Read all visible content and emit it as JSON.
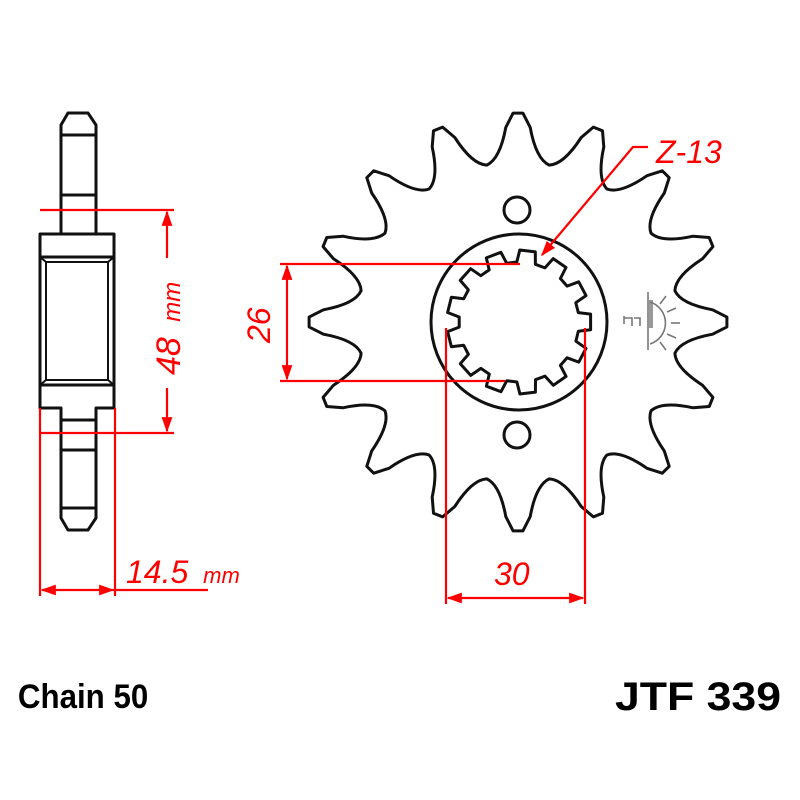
{
  "diagram": {
    "type": "technical-drawing",
    "subject": "front sprocket",
    "colors": {
      "outline": "#111111",
      "dimension": "#ff0000",
      "symbol": "#777777",
      "background": "#ffffff"
    }
  },
  "side_view": {
    "height_dimension": {
      "value": "48",
      "unit": "mm"
    },
    "width_dimension": {
      "value": "14.5",
      "unit": "mm"
    }
  },
  "front_view": {
    "teeth_count": 16,
    "spline": {
      "label": "Z-13",
      "count": 13
    },
    "inner_height_dimension": {
      "value": "26"
    },
    "inner_width_dimension": {
      "value": "30"
    },
    "bolt_holes": 2
  },
  "footer": {
    "chain_label": "Chain 50",
    "part_number": "JTF 339"
  }
}
